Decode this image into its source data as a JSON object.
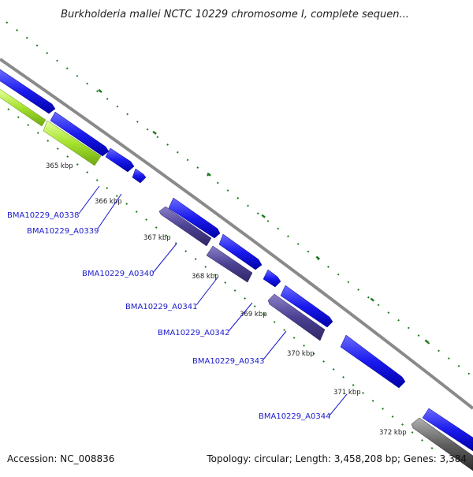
{
  "title": "Burkholderia mallei NCTC 10229 chromosome I, complete sequen...",
  "footer": {
    "accession": "Accession: NC_008836",
    "summary": "Topology: circular; Length: 3,458,208 bp; Genes: 3,384"
  },
  "ticks": [
    "365 kbp",
    "366 kbp",
    "367 kbp",
    "368 kbp",
    "369 kbp",
    "370 kbp",
    "371 kbp",
    "372 kbp"
  ],
  "genes": [
    {
      "label": "BMA10229_A0338"
    },
    {
      "label": "BMA10229_A0339"
    },
    {
      "label": "BMA10229_A0340"
    },
    {
      "label": "BMA10229_A0341"
    },
    {
      "label": "BMA10229_A0342"
    },
    {
      "label": "BMA10229_A0343"
    },
    {
      "label": "BMA10229_A0344"
    }
  ],
  "colors": {
    "backbone": "#8a8a8a",
    "forward_cds": "#1010ee",
    "reverse_cds": "#4a3f8f",
    "highlight_cds": "#99dd22",
    "grey_cds": "#555555",
    "dots": "#1f7a1f",
    "label": "#1a1acc"
  }
}
